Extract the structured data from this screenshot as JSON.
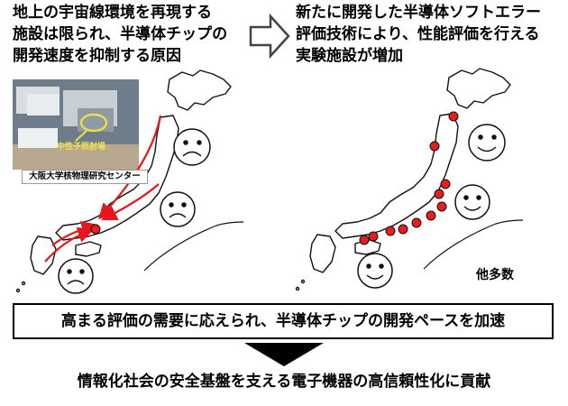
{
  "left_heading": [
    "地上の宇宙線環境を再現する",
    "施設は限られ、半導体チップの",
    "開発速度を抑制する原因"
  ],
  "right_heading": [
    "新たに開発した半導体ソフトエラー",
    "評価技術により、性能評価を行える",
    "実験施設が増加"
  ],
  "photo": {
    "label": "中性子照射場",
    "caption": "大阪大学核物理研究センター"
  },
  "others_label": "他多数",
  "banner": "高まる評価の需要に応えられ、半導体チップの開発ペースを加速",
  "bottom_text": "情報化社会の安全基盤を支える電子機器の高信頼性化に貢献",
  "colors": {
    "arrow": "#e8161c",
    "dot": "#e51e1e",
    "banner_border": "#000000",
    "triangle": "#000000"
  },
  "faces": {
    "left_map": [
      "sad",
      "sad",
      "sad"
    ],
    "right_map": [
      "happy",
      "happy",
      "happy"
    ]
  }
}
